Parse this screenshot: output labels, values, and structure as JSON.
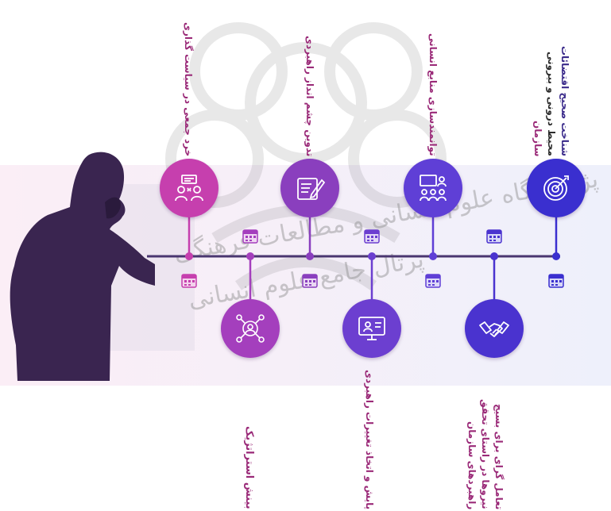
{
  "colors": {
    "pink": "#c63fae",
    "purple": "#8a3fbe",
    "indigo": "#5f3fd6",
    "blue": "#3a2fcf",
    "timeline": "#4a3670",
    "silhouette": "#3a2550"
  },
  "nodes_top": [
    {
      "id": "collective-wisdom",
      "label_lines": [
        "خرد جمعی در سیاست گذاری"
      ],
      "icon": "meeting-icon",
      "color": "#c63fae"
    },
    {
      "id": "vision",
      "label_lines": [
        "تدوین چشم انداز راهبردی"
      ],
      "icon": "writing-icon",
      "color": "#8a3fbe"
    },
    {
      "id": "hr-empowerment",
      "label_lines": [
        "توانمندسازی منابع انسانی"
      ],
      "icon": "training-icon",
      "color": "#5f3fd6"
    },
    {
      "id": "env-scanning",
      "label_lines": [
        "شناخت صحیح اقتضائات",
        "محیط درونی و بیرونی",
        "سازمان"
      ],
      "icon": "target-icon",
      "color": "#3a2fcf"
    }
  ],
  "nodes_bottom": [
    {
      "id": "strategic-insight",
      "label_lines": [
        "بینش استراتژیک"
      ],
      "icon": "network-icon",
      "color": "#a43fbd"
    },
    {
      "id": "monitoring",
      "label_lines": [
        "پایش و اتخاذ تغییرات راهبردی"
      ],
      "icon": "monitor-icon",
      "color": "#6c3fd0"
    },
    {
      "id": "interaction",
      "label_lines": [
        "تعامل گرای برای بسیج",
        "نیروها در راستای تحقق",
        "راهبردهای سازمان"
      ],
      "icon": "handshake-icon",
      "color": "#4a33cf"
    }
  ],
  "watermark": {
    "line1": "پژوهشگاه علوم انسانی و مطالعات فرهنگی",
    "line2": "پرتال جامع علوم انسانی"
  }
}
